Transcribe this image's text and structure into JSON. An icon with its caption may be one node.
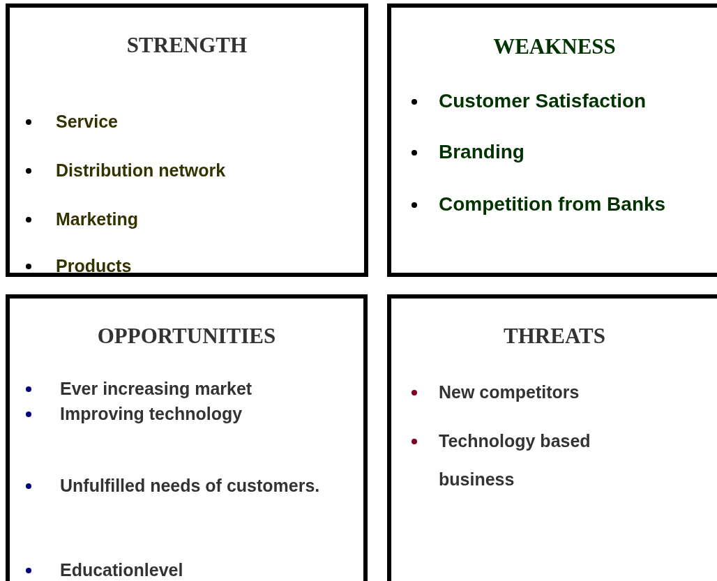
{
  "diagram": {
    "nodes": [
      {
        "text": [
          "STRENGTH",
          "Service",
          "Distribution network",
          "Marketing",
          "Products"
        ]
      },
      {
        "text": [
          "WEAKNESS",
          "Customer Satisfaction",
          "Branding",
          "Competition from Banks"
        ]
      },
      {
        "text": [
          "OPPORTUNITIES",
          "Ever increasing market",
          "Improving technology",
          "Unfulfilled needs of customers.",
          "Educationlevel"
        ]
      },
      {
        "text": [
          "THREATS",
          "New competitors",
          "Technology based business"
        ]
      }
    ]
  }
}
